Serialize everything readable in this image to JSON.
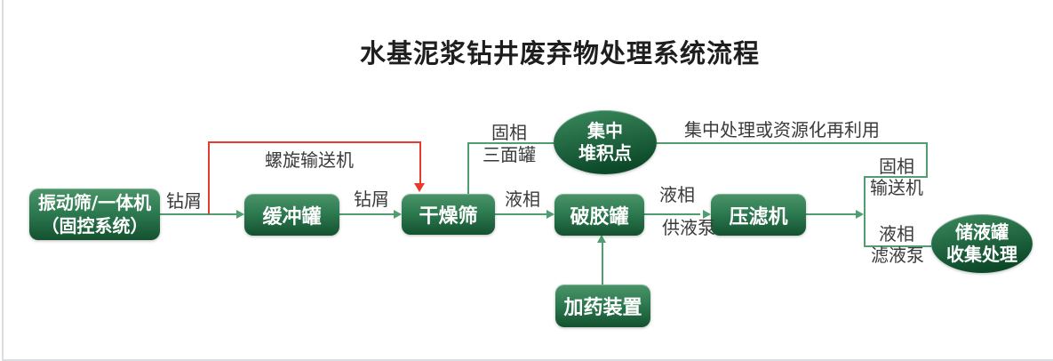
{
  "title": "水基泥浆钻井废弃物处理系统流程",
  "nodes": {
    "shaker": {
      "line1": "振动筛/一体机",
      "line2": "（固控系统）"
    },
    "buffer_tank": {
      "label": "缓冲罐"
    },
    "drying_screen": {
      "label": "干燥筛"
    },
    "gel_breaking_tank": {
      "label": "破胶罐"
    },
    "filter_press": {
      "label": "压滤机"
    },
    "dosing_device": {
      "label": "加药装置"
    },
    "stacking_point": {
      "line1": "集中",
      "line2": "堆积点"
    },
    "storage_tank": {
      "line1": "储液罐",
      "line2": "收集处理"
    }
  },
  "edge_labels": {
    "cuttings_1": "钻屑",
    "cuttings_2": "钻屑",
    "screw_conveyor": "螺旋输送机",
    "solid_phase_1": "固相",
    "three_sided_tank": "三面罐",
    "liquid_phase_1": "液相",
    "liquid_phase_2": "液相",
    "feed_pump": "供液泵",
    "centralized_reuse": "集中处理或资源化再利用",
    "solid_phase_2": "固相",
    "conveyor": "输送机",
    "liquid_phase_3": "液相",
    "filtrate_pump": "滤液泵"
  },
  "colors": {
    "node_gradient_top": "#4c9469",
    "node_gradient_mid": "#2c7950",
    "node_gradient_bottom": "#14512f",
    "ellipse_gradient_top": "#3b8a5e",
    "ellipse_gradient_bottom": "#0c4929",
    "flow_line": "#4f9e6f",
    "recycle_line": "#e73b2c",
    "label_text": "#3a3a3a",
    "title_text": "#1e1e1e",
    "node_text": "#ffffff",
    "page_border": "#dcdce3"
  }
}
